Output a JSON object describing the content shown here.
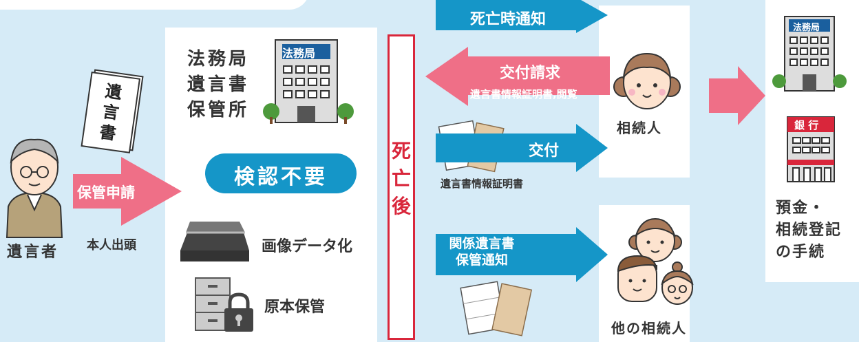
{
  "testator": {
    "label": "遺言者"
  },
  "will_doc": {
    "text": "遺\n言\n書"
  },
  "deposit_arrow": {
    "label": "保管申請",
    "sub": "本人出頭"
  },
  "office": {
    "title": "法務局\n遺言書\n保管所",
    "sign": "法務局"
  },
  "no_probate": {
    "label": "検認不要"
  },
  "scan": {
    "label": "画像データ化"
  },
  "storage": {
    "label": "原本保管"
  },
  "after_death": {
    "label": "死\n亡\n後"
  },
  "death_notice": {
    "label": "死亡時通知"
  },
  "request_arrow": {
    "label": "交付請求",
    "sub": "遺言書情報証明書,閲覧"
  },
  "issue_arrow": {
    "label": "交付",
    "sub": "遺言書情報証明書"
  },
  "heir": {
    "label": "相続人"
  },
  "related_notice": {
    "label": "関係遺言書\n保管通知"
  },
  "other_heirs": {
    "label": "他の相続人"
  },
  "right_panel": {
    "office_sign": "法務局",
    "bank_sign": "銀 行",
    "label": "預金・\n相続登記\nの手続"
  },
  "colors": {
    "blue": "#1596c8",
    "pink": "#ef6f87",
    "red": "#d9263b",
    "bg": "#d6ebf7"
  }
}
